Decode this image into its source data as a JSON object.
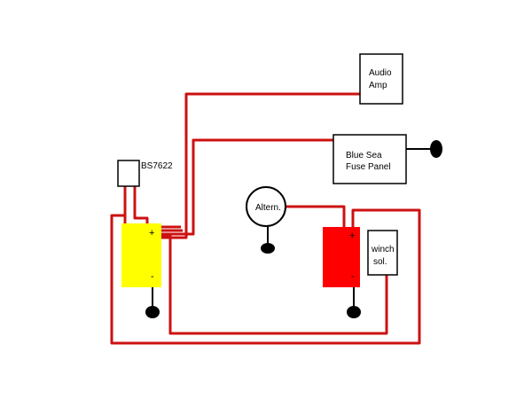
{
  "components": {
    "audio_amp": {
      "line1": "Audio",
      "line2": "Amp"
    },
    "fuse_panel": {
      "line1": "Blue Sea",
      "line2": "Fuse Panel"
    },
    "relay": {
      "label": "BS7622"
    },
    "alternator": {
      "label": "Altern."
    },
    "winch_solenoid": {
      "line1": "winch",
      "line2": "sol."
    },
    "house_battery": {
      "pos": "+",
      "neg": "-",
      "color": "#ffff00"
    },
    "start_battery": {
      "pos": "+",
      "neg": "-",
      "color": "#ff0000"
    }
  },
  "colors": {
    "wire": "#cc1111",
    "outline": "#000000",
    "ground": "#000000"
  }
}
